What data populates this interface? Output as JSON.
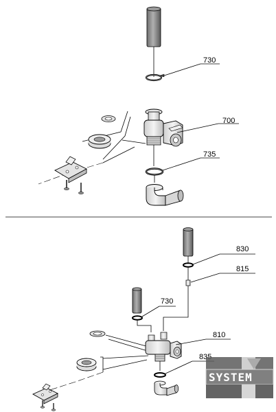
{
  "top_view": {
    "callouts": [
      {
        "id": "730",
        "label": "730"
      },
      {
        "id": "700",
        "label": "700"
      },
      {
        "id": "735",
        "label": "735"
      }
    ]
  },
  "bottom_view": {
    "callouts": [
      {
        "id": "830",
        "label": "830"
      },
      {
        "id": "815",
        "label": "815"
      },
      {
        "id": "730b",
        "label": "730"
      },
      {
        "id": "810",
        "label": "810"
      },
      {
        "id": "835",
        "label": "835"
      }
    ]
  },
  "watermark": {
    "text": "SYSTEM",
    "colors": {
      "dark": "#555555",
      "light": "#bdbdbd"
    }
  },
  "colors": {
    "tube": "#8c8c8c",
    "line": "#000000",
    "part": "#d9d9d9",
    "shade": "#a6a6a6"
  }
}
